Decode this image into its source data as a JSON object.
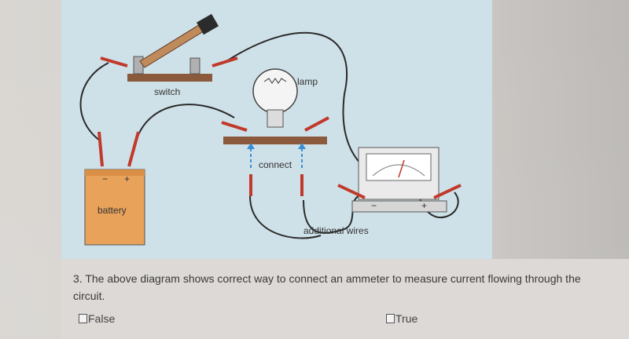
{
  "figure": {
    "labels": {
      "switch": "switch",
      "lamp": "lamp",
      "connect": "connect",
      "battery": "battery",
      "additional_wires": "additional wires",
      "battery_minus": "−",
      "battery_plus": "+",
      "ammeter_minus": "−",
      "ammeter_plus": "+"
    }
  },
  "question": {
    "number": "3.",
    "text_line1": "The above diagram shows correct way to connect an ammeter to measure current flowing through the",
    "text_line2": "circuit."
  },
  "options": [
    {
      "label": "False"
    },
    {
      "label": "True"
    }
  ],
  "colors": {
    "figure_background": "#cfe1e8",
    "battery_body": "#e8a25a",
    "wire": "#2a2a2a",
    "clip_red": "#c0392b",
    "arrow_blue": "#3a8fd6"
  }
}
